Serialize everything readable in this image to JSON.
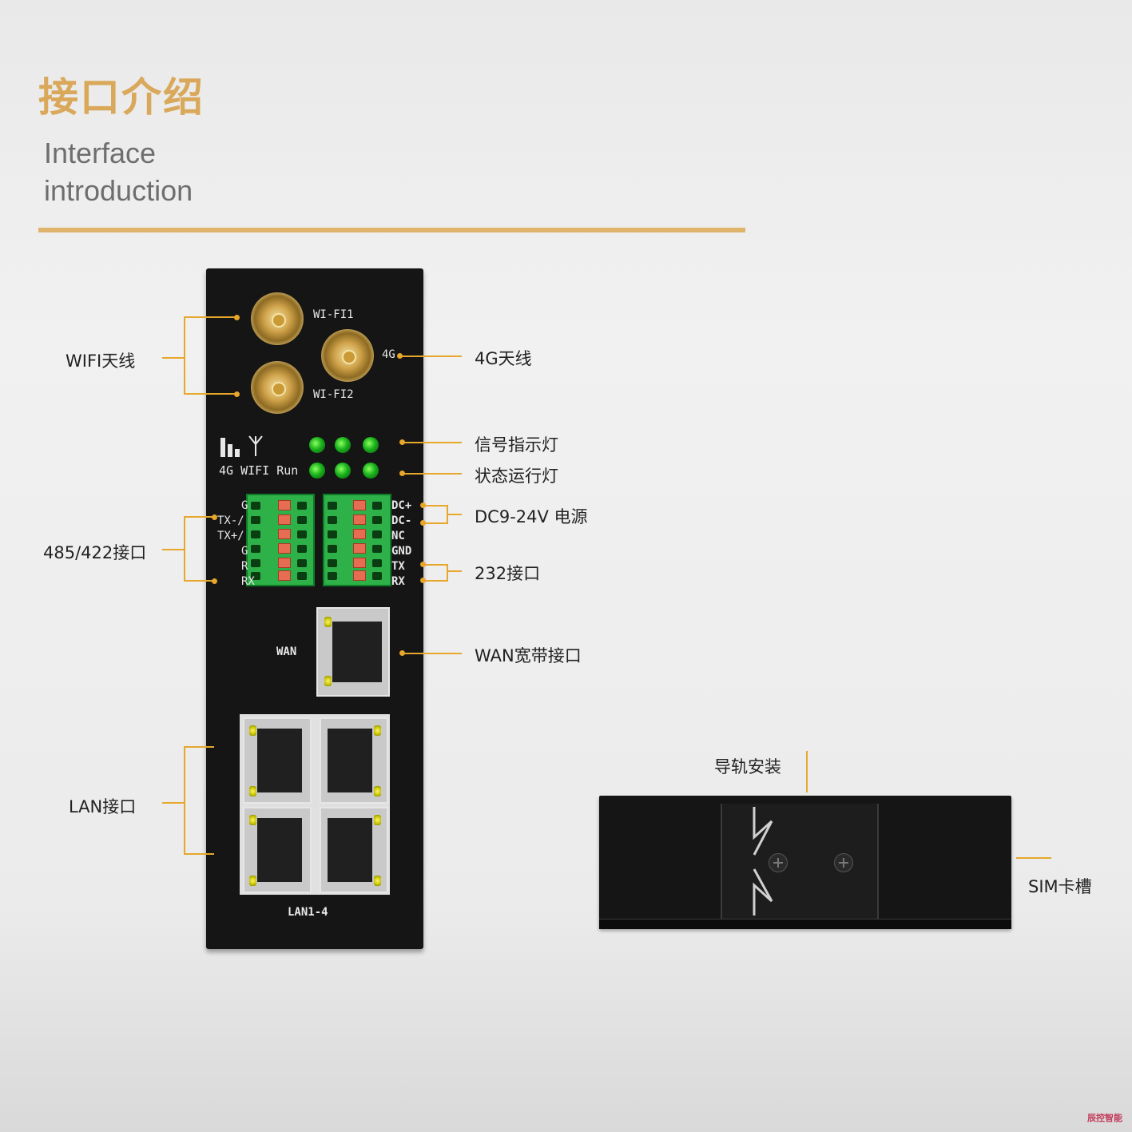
{
  "header": {
    "title_cn": "接口介绍",
    "title_en_line1": "Interface",
    "title_en_line2": "introduction"
  },
  "callouts": {
    "wifi_antenna": "WIFI天线",
    "antenna_4g": "4G天线",
    "signal_led": "信号指示灯",
    "status_led": "状态运行灯",
    "power": "DC9-24V 电源",
    "rs485": "485/422接口",
    "rs232": "232接口",
    "wan": "WAN宽带接口",
    "lan": "LAN接口",
    "din_rail": "导轨安装",
    "sim": "SIM卡槽"
  },
  "device_print": {
    "wifi1": "WI-FI1",
    "wifi2": "WI-FI2",
    "g4": "4G",
    "led_labels": "4G WIFI Run",
    "left_terminal": [
      "G",
      "TX-/",
      "TX+/",
      "G",
      "R",
      "RX"
    ],
    "right_terminal": [
      "DC+",
      "DC-",
      "NC",
      "GND",
      "TX",
      "RX"
    ],
    "wan": "WAN",
    "lan": "LAN1-4"
  },
  "watermark": "辰控智能",
  "colors": {
    "accent": "#e6a72a",
    "title": "#d9a85a",
    "led": "#19b21c",
    "terminal": "#2fb14a"
  }
}
